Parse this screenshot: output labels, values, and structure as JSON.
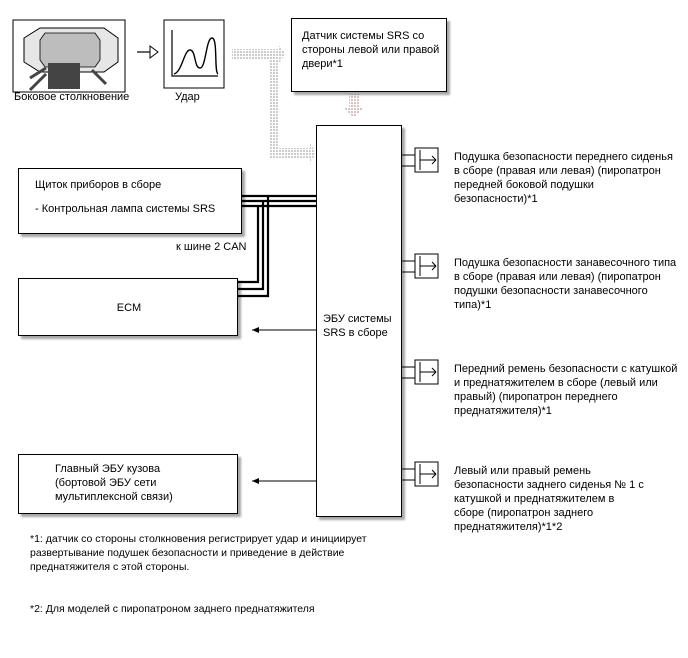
{
  "top": {
    "side_collision_label": "Боковое столкновение",
    "impact_label": "Удар",
    "door_sensor_text": "Датчик системы SRS со\nстороны левой или правой\nдвери*1"
  },
  "left": {
    "instrument_panel_title": "Щиток приборов в сборе",
    "instrument_panel_item": "- Контрольная лампа системы SRS",
    "can_bus_label": "к шине 2 CAN",
    "ecm_label": "ECM",
    "body_ecu_text": "Главный ЭБУ кузова\n(бортовой ЭБУ сети\nмультиплексной связи)"
  },
  "center": {
    "srs_ecu_text": "ЭБУ системы\nSRS в сборе"
  },
  "outputs": [
    {
      "text": "Подушка безопасности переднего сиденья\nв сборе (правая или левая) (пиропатрон\nпередней боковой подушки\nбезопасности)*1"
    },
    {
      "text": "Подушка безопасности занавесочного типа\nв сборе (правая или левая) (пиропатрон\nподушки безопасности занавесочного\nтипа)*1"
    },
    {
      "text": "Передний ремень безопасности с катушкой\nи преднатяжителем в сборе (левый или\nправый) (пиропатрон переднего\nпреднатяжителя)*1"
    },
    {
      "text": "Левый или правый ремень\nбезопасности заднего сиденья № 1 с\nкатушкой и преднатяжителем в\nсборе (пиропатрон заднего\nпреднатяжителя)*1*2"
    }
  ],
  "notes": {
    "note1": "*1: датчик со стороны столкновения регистрирует удар и инициирует\nразвертывание подушек безопасности и приведение в действие\nпреднатяжителя с этой стороны.",
    "note2": "*2: Для моделей с пиропатроном заднего преднатяжителя"
  }
}
